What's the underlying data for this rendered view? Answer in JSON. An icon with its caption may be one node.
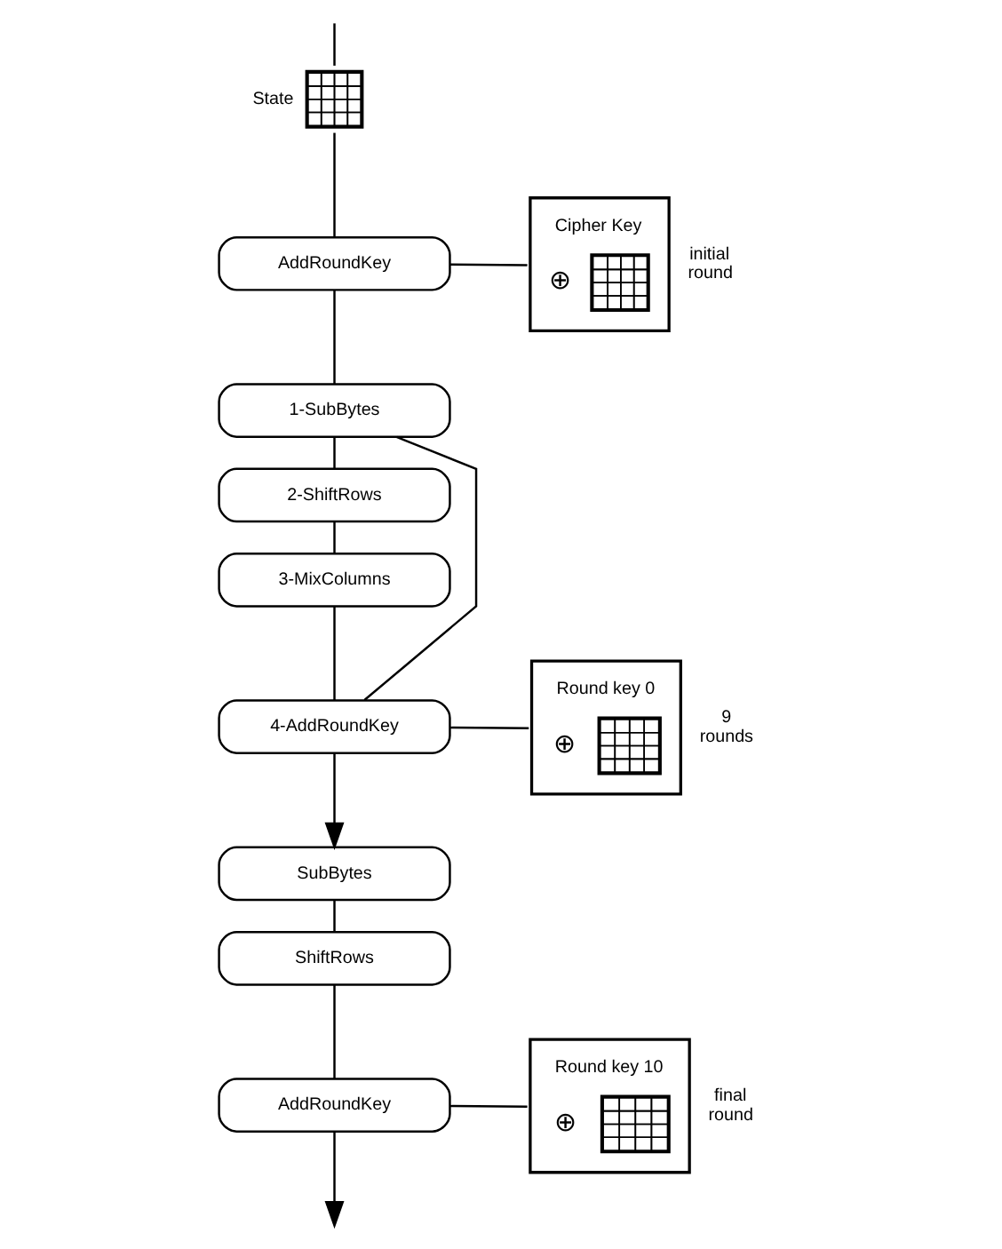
{
  "diagram": {
    "nodes": [
      {
        "text": [
          "State"
        ]
      },
      {
        "text": [
          "AddRoundKey"
        ]
      },
      {
        "text": [
          "Cipher Key",
          "⊕"
        ],
        "beside": [
          "initial round"
        ]
      },
      {
        "text": [
          "1-SubBytes"
        ]
      },
      {
        "text": [
          "2-ShiftRows"
        ]
      },
      {
        "text": [
          "3-MixColumns"
        ]
      },
      {
        "text": [
          "4-AddRoundKey"
        ]
      },
      {
        "text": [
          "Round key 0",
          "⊕"
        ],
        "beside": [
          "9 rounds"
        ]
      },
      {
        "text": [
          "SubBytes"
        ]
      },
      {
        "text": [
          "ShiftRows"
        ]
      },
      {
        "text": [
          "AddRoundKey"
        ]
      },
      {
        "text": [
          "Round key 10",
          "⊕"
        ],
        "beside": [
          "final round"
        ]
      }
    ],
    "edges": [
      {
        "from": null,
        "to": 0,
        "arrow": "none"
      },
      {
        "from": 0,
        "to": 1,
        "arrow": "none"
      },
      {
        "from": 1,
        "to": 2,
        "arrow": "none"
      },
      {
        "from": 1,
        "to": 3,
        "arrow": "none"
      },
      {
        "from": 3,
        "to": 4,
        "arrow": "none"
      },
      {
        "from": 4,
        "to": 5,
        "arrow": "none"
      },
      {
        "from": 5,
        "to": 6,
        "arrow": "none"
      },
      {
        "from": 6,
        "to": 7,
        "arrow": "none"
      },
      {
        "from": 6,
        "to": 3,
        "arrow": "none"
      },
      {
        "from": 6,
        "to": 8,
        "arrow": "to"
      },
      {
        "from": 8,
        "to": 9,
        "arrow": "none"
      },
      {
        "from": 9,
        "to": 10,
        "arrow": "none"
      },
      {
        "from": 10,
        "to": 11,
        "arrow": "none"
      },
      {
        "from": 10,
        "to": null,
        "arrow": "to"
      }
    ]
  }
}
